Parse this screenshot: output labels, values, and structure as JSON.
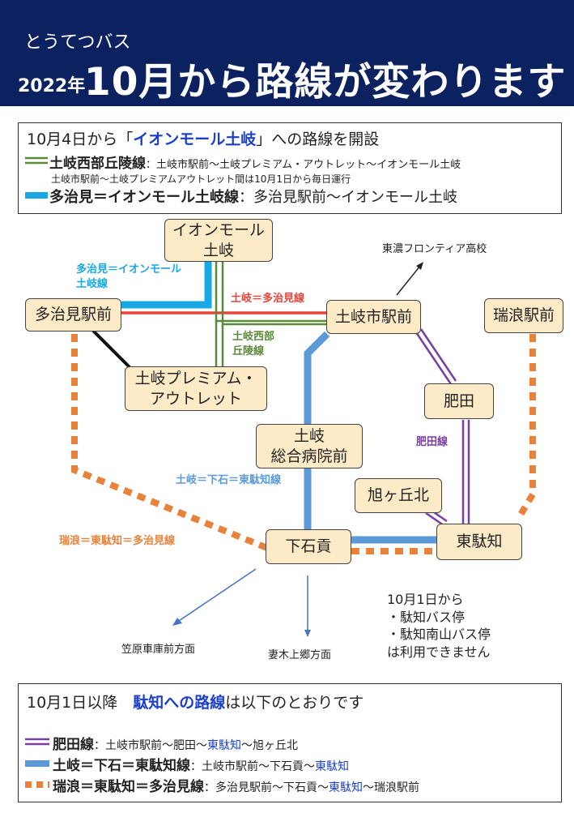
{
  "header": {
    "sub": "とうてつバス",
    "year": "2022年",
    "title": "10月から路線が変わります"
  },
  "notice_top": {
    "line1_prefix": "10月4日から「",
    "line1_highlight": "イオンモール土岐",
    "line1_suffix": "」への路線を開設",
    "seibu_name": "土岐西部丘陵線",
    "seibu_route": "：土岐市駅前〜土岐プレミアム・アウトレット〜イオンモール土岐",
    "seibu_note": "土岐市駅前〜土岐プレミアムアウトレット間は10月1日から毎日運行",
    "tajimi_name": "多治見＝イオンモール土岐線",
    "tajimi_route": "：多治見駅前〜イオンモール土岐"
  },
  "stations": {
    "aeon": "イオンモール\n土岐",
    "tajimi": "多治見駅前",
    "toki": "土岐市駅前",
    "mizunami": "瑞浪駅前",
    "premium": "土岐プレミアム・\nアウトレット",
    "hida": "肥田",
    "hospital": "土岐\n総合病院前",
    "asahi": "旭ヶ丘北",
    "shimo": "下石貢",
    "higashi": "東駄知"
  },
  "map_labels": {
    "tajimi_aeon": "多治見＝イオンモール\n土岐線",
    "toki_tajimi": "土岐＝多治見線",
    "seibu": "土岐西部\n丘陵線",
    "hida_line": "肥田線",
    "toki_shimo": "土岐＝下石＝東駄知線",
    "mizunami_line": "瑞浪＝東駄知＝多治見線"
  },
  "destinations": {
    "tono": "東濃フロンティア高校",
    "kasahara": "笠原車庫前方面",
    "tsumagi": "妻木上郷方面"
  },
  "closure_note": {
    "line1": "10月1日から",
    "line2": "・駄知バス停",
    "line3": "・駄知南山バス停",
    "line4": "は利用できません"
  },
  "notice_bottom": {
    "heading_prefix": "10月1日以降　",
    "heading_highlight": "駄知への路線",
    "heading_suffix": "は以下のとおりです",
    "hida_name": "肥田線",
    "hida_route_a": "：土岐市駅前〜肥田〜",
    "hida_route_b": "東駄知",
    "hida_route_c": "〜旭ヶ丘北",
    "toki_name": "土岐＝下石＝東駄知線",
    "toki_route_a": "：土岐市駅前〜下石貢〜",
    "toki_route_b": "東駄知",
    "mizunami_name": "瑞浪＝東駄知＝多治見線",
    "mizunami_route_a": "：多治見駅前〜下石貢〜",
    "mizunami_route_b": "東駄知",
    "mizunami_route_c": "〜瑞浪駅前"
  },
  "colors": {
    "header_bg": "#0c2260",
    "highlight_blue": "#1b3fc8",
    "seibu_green": "#5b8a3a",
    "aeon_cyan": "#19a8e6",
    "tajimi_red": "#e8433a",
    "hida_purple": "#7a3fa0",
    "toki_blue": "#5b9ad6",
    "mizunami_orange": "#e8823a",
    "station_fill": "#fdebc8"
  }
}
